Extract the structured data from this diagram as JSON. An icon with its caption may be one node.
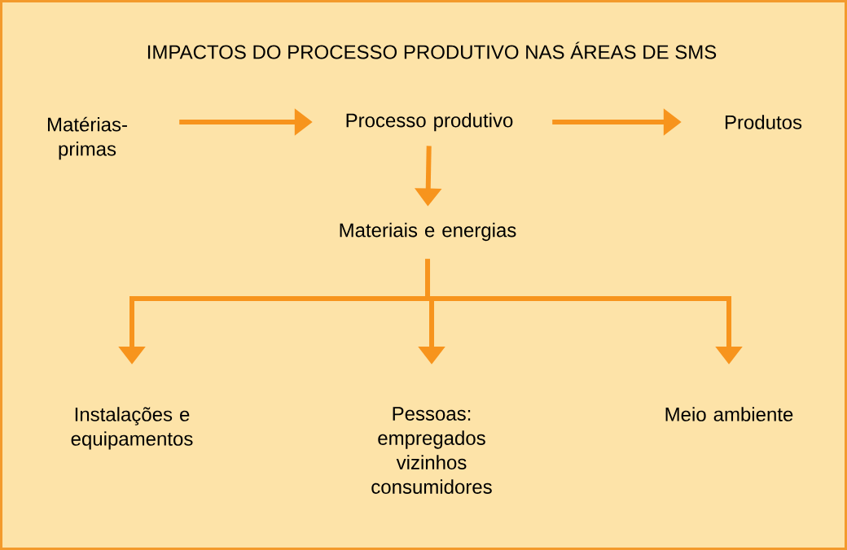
{
  "diagram": {
    "title": "IMPACTOS DO PROCESSO PRODUTIVO NAS ÁREAS DE SMS",
    "nodes": [
      {
        "text": [
          "Matérias-primas"
        ]
      },
      {
        "text": [
          "Processo produtivo"
        ]
      },
      {
        "text": [
          "Produtos"
        ]
      },
      {
        "text": [
          "Materiais e energias"
        ]
      },
      {
        "text": [
          "Instalações e equipamentos"
        ]
      },
      {
        "text": [
          "Pessoas: empregados vizinhos consumidores"
        ]
      },
      {
        "text": [
          "Meio ambiente"
        ]
      }
    ],
    "edges": [
      {
        "from": 0,
        "to": 1,
        "arrow": "to"
      },
      {
        "from": 1,
        "to": 2,
        "arrow": "to"
      },
      {
        "from": 1,
        "to": 3,
        "arrow": "to"
      },
      {
        "from": 3,
        "to": 4,
        "arrow": "to"
      },
      {
        "from": 3,
        "to": 5,
        "arrow": "to"
      },
      {
        "from": 3,
        "to": 6,
        "arrow": "to"
      }
    ]
  }
}
